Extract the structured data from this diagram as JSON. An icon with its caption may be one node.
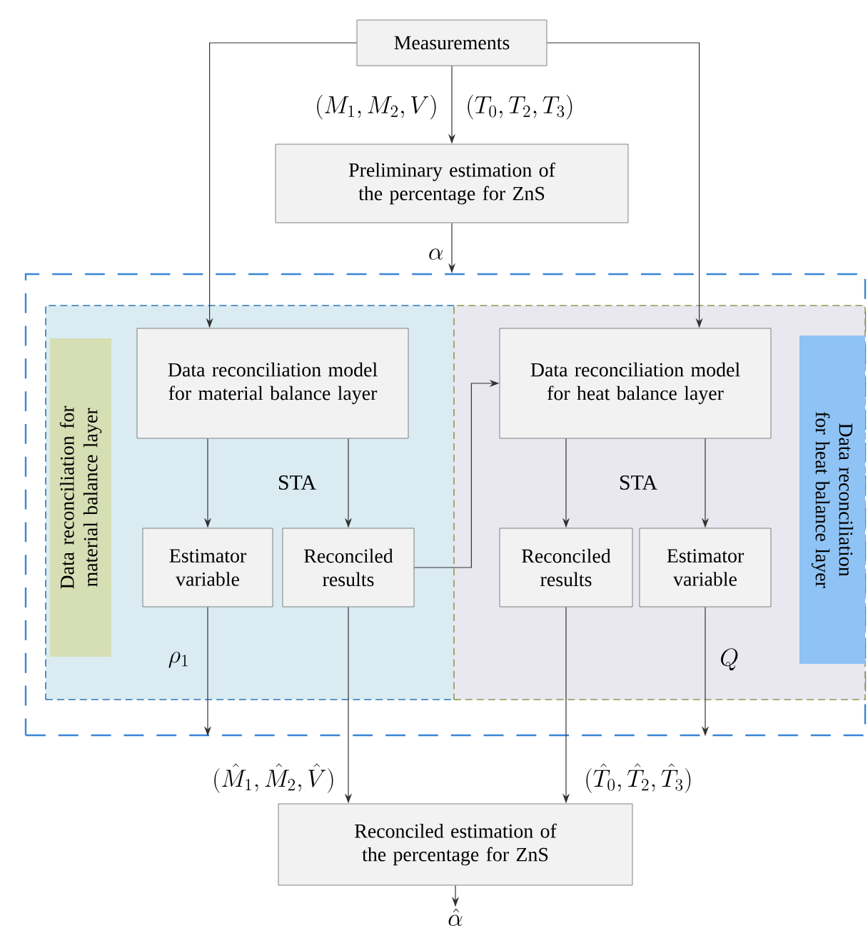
{
  "diagram": {
    "nodes": [
      {
        "text": [
          "Measurements"
        ]
      },
      {
        "text": [
          "Preliminary estimation of the percentage for ZnS"
        ]
      },
      {
        "text": [],
        "shape": "box"
      },
      {
        "text": [],
        "shape": "box",
        "in": 2
      },
      {
        "text": [
          "Data reconciliation for material balance layer"
        ],
        "in": 3
      },
      {
        "text": [
          "Data reconciliation model for material balance layer"
        ],
        "in": 3
      },
      {
        "text": [
          "Estimator variable"
        ],
        "in": 3
      },
      {
        "text": [
          "Reconciled results"
        ],
        "in": 3
      },
      {
        "text": [],
        "shape": "box",
        "in": 2
      },
      {
        "text": [
          "Data reconciliation model for heat balance layer"
        ],
        "in": 8
      },
      {
        "text": [
          "Reconciled results"
        ],
        "in": 8
      },
      {
        "text": [
          "Estimator variable"
        ],
        "in": 8
      },
      {
        "text": [
          "Data reconciliation for heat balance layer"
        ],
        "in": 8
      },
      {
        "text": [
          "Reconciled estimation of the percentage for ZnS"
        ]
      }
    ],
    "edges": [
      {
        "from": 0,
        "to": 1,
        "arrow": "to"
      },
      {
        "from": 0,
        "to": 5,
        "arrow": "to"
      },
      {
        "from": 0,
        "to": 9,
        "arrow": "to"
      },
      {
        "from": 1,
        "to": 2,
        "arrow": "to",
        "label": "\\alpha"
      },
      {
        "from": 5,
        "to": 6,
        "arrow": "to"
      },
      {
        "from": 5,
        "to": 7,
        "arrow": "to"
      },
      {
        "from": 7,
        "to": 9,
        "arrow": "to"
      },
      {
        "from": 9,
        "to": 10,
        "arrow": "to"
      },
      {
        "from": 9,
        "to": 11,
        "arrow": "to"
      },
      {
        "from": 6,
        "to": 2,
        "arrow": "to",
        "label": "\\rho_1"
      },
      {
        "from": 11,
        "to": 2,
        "arrow": "to",
        "label": "Q"
      },
      {
        "from": 7,
        "to": 13,
        "arrow": "to"
      },
      {
        "from": 10,
        "to": 13,
        "arrow": "to"
      },
      {
        "from": 13,
        "to": null,
        "arrow": "to",
        "label": "\\hat{\\alpha}"
      }
    ],
    "labels": [
      "(M_1, M_2, V)",
      "(T_0, T_2, T_3)",
      "STA",
      "STA",
      "(\\hat{M}_1, \\hat{M}_2, \\hat{V})",
      "(\\hat{T}_0, \\hat{T}_2, \\hat{T}_3)"
    ]
  }
}
